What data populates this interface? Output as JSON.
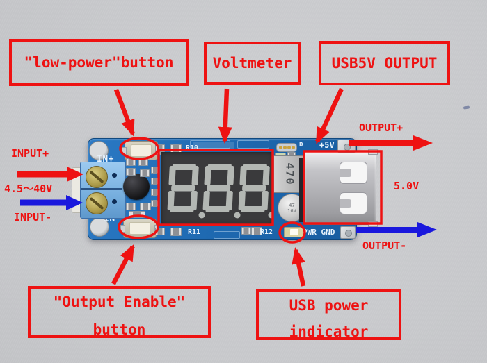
{
  "colors": {
    "annotation_red": "#ee1212",
    "arrow_blue": "#1a18dd",
    "pcb_blue": "#1e6cb8"
  },
  "callouts": {
    "low_power": {
      "label": "\"low-power\"button"
    },
    "voltmeter": {
      "label": "Voltmeter"
    },
    "usb5v": {
      "label": "USB5V OUTPUT"
    },
    "output_enable": {
      "line1": "\"Output Enable\"",
      "line2": "button"
    },
    "usb_indicator": {
      "line1": "USB power",
      "line2": "indicator"
    }
  },
  "side_labels": {
    "input_plus": "INPUT+",
    "input_range": "4.5～40V",
    "input_minus": "INPUT-",
    "output_plus": "OUTPUT+",
    "output_voltage": "5.0V",
    "output_minus": "OUTPUT-"
  },
  "board": {
    "silkscreen": {
      "in_plus": "IN+",
      "in_minus": "IN-",
      "r10": "R10",
      "r11": "R11",
      "r12": "R12",
      "plus_5v": "+5V",
      "pwr_gnd": "PWR GND",
      "d_mark": "D"
    },
    "inductor_value": "470",
    "capacitor_line1": "47",
    "capacitor_line2": "16V",
    "voltmeter_reading": "8.8.8."
  }
}
